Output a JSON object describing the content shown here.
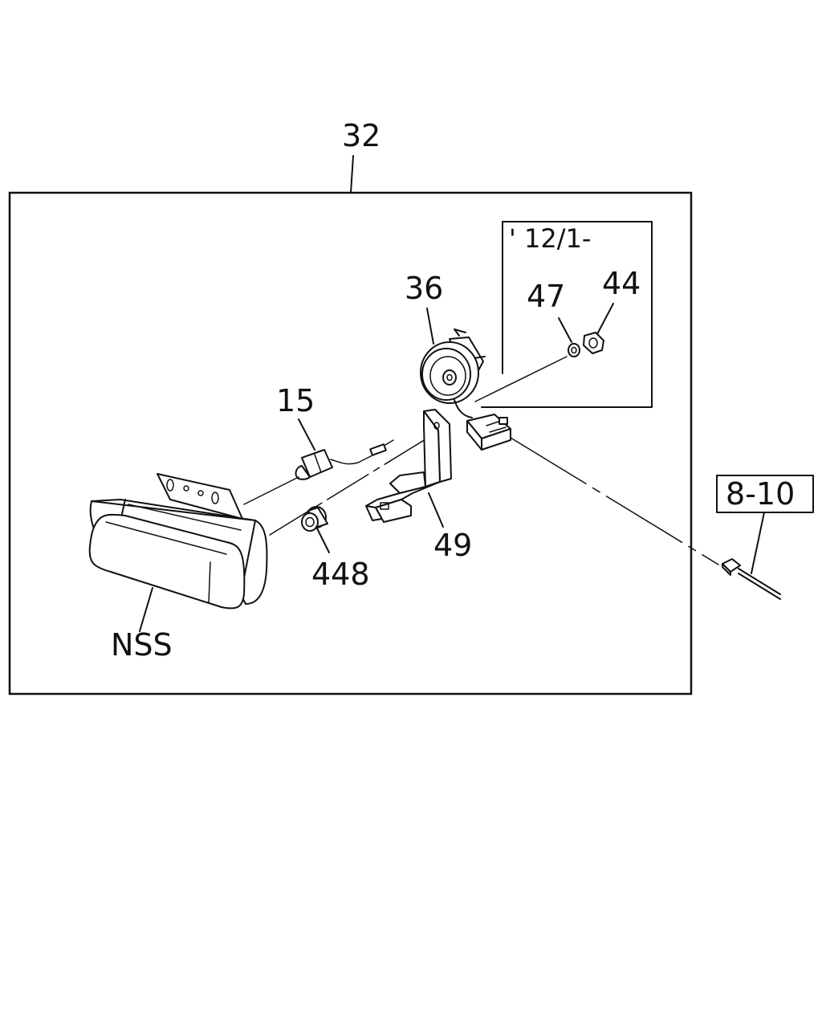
{
  "labels": {
    "assembly": "32",
    "bulb": "15",
    "socket_cover": "36",
    "washer": "47",
    "nut": "44",
    "bracket": "49",
    "spacer": "448",
    "lamp": "NSS",
    "harness_ref": "8-10",
    "date_note": "' 12/1-"
  }
}
